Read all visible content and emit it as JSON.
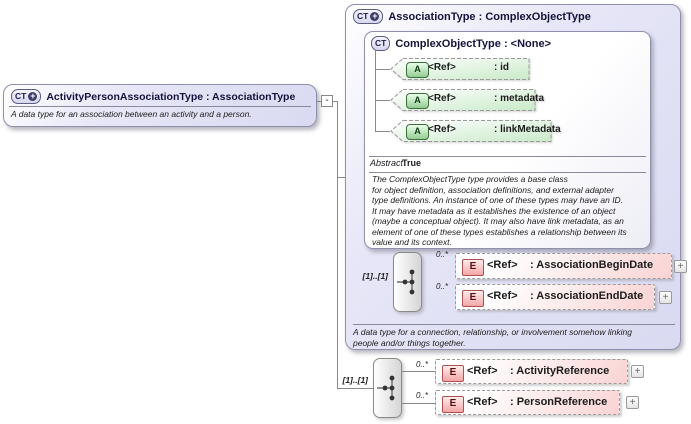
{
  "palette": {
    "type_box_fill": "#dcdcf3",
    "attribute_fill": "#cdeccd",
    "element_fill": "#fad3d3",
    "connector_line": "#8a8a8a",
    "title_text": "#14143c"
  },
  "derived_type": {
    "icon_label": "CT",
    "title": "ActivityPersonAssociationType : AssociationType",
    "description": "A data type for an association between an activity and a person.",
    "toggle_label": "-"
  },
  "base_type": {
    "icon_label": "CT",
    "title": "AssociationType : ComplexObjectType",
    "description": "A data type for a connection, relationship, or involvement somehow linking\npeople and/or things together.",
    "parent_type": {
      "icon_label": "CT",
      "title": "ComplexObjectType : <None>",
      "attributes": [
        {
          "icon_label": "A",
          "ref_label": "<Ref>",
          "name": ": id"
        },
        {
          "icon_label": "A",
          "ref_label": "<Ref>",
          "name": ": metadata"
        },
        {
          "icon_label": "A",
          "ref_label": "<Ref>",
          "name": ": linkMetadata"
        }
      ],
      "abstract_label": "Abstract",
      "abstract_value": "True",
      "description": "The ComplexObjectType type provides a base class\nfor object definition, association definitions, and external adapter\ntype definitions. An instance of one of these types may have an ID.\nIt may have metadata as it establishes the existence of an object\n(maybe a conceptual object). It may also have link metadata, as an\nelement of one of these types establishes a relationship between its\nvalue and its context."
    },
    "sequence": {
      "cardinality": "[1]..[1]",
      "elements": [
        {
          "icon_label": "E",
          "occurs": "0..*",
          "ref_label": "<Ref>",
          "name": ": AssociationBeginDate",
          "expand_label": "+"
        },
        {
          "icon_label": "E",
          "occurs": "0..*",
          "ref_label": "<Ref>",
          "name": ": AssociationEndDate",
          "expand_label": "+"
        }
      ]
    }
  },
  "own_sequence": {
    "cardinality": "[1]..[1]",
    "elements": [
      {
        "icon_label": "E",
        "occurs": "0..*",
        "ref_label": "<Ref>",
        "name": ": ActivityReference",
        "expand_label": "+"
      },
      {
        "icon_label": "E",
        "occurs": "0..*",
        "ref_label": "<Ref>",
        "name": ": PersonReference",
        "expand_label": "+"
      }
    ]
  }
}
